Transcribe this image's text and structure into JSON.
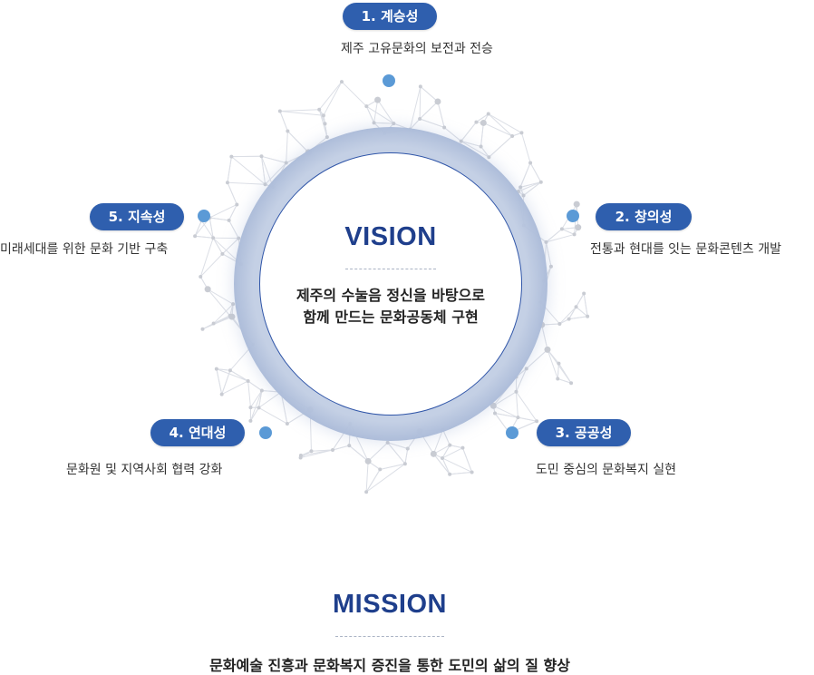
{
  "vision": {
    "title": "VISION",
    "line1": "제주의 수눌음 정신을 바탕으로",
    "line2": "함께 만드는 문화공동체 구현"
  },
  "values": [
    {
      "label": "1. 계승성",
      "desc": "제주 고유문화의 보전과 전승"
    },
    {
      "label": "2. 창의성",
      "desc": "전통과 현대를 잇는 문화콘텐츠 개발"
    },
    {
      "label": "3. 공공성",
      "desc": "도민 중심의 문화복지 실현"
    },
    {
      "label": "4. 연대성",
      "desc": "문화원 및 지역사회 협력 강화"
    },
    {
      "label": "5. 지속성",
      "desc": "미래세대를 위한 문화 기반 구축"
    }
  ],
  "mission": {
    "title": "MISSION",
    "text": "문화예술 진흥과 문화복지 증진을 통한 도민의 삶의 질 향상"
  },
  "colors": {
    "accent": "#2f5fae",
    "title": "#1f3f8c",
    "node": "#5b9ad6"
  }
}
